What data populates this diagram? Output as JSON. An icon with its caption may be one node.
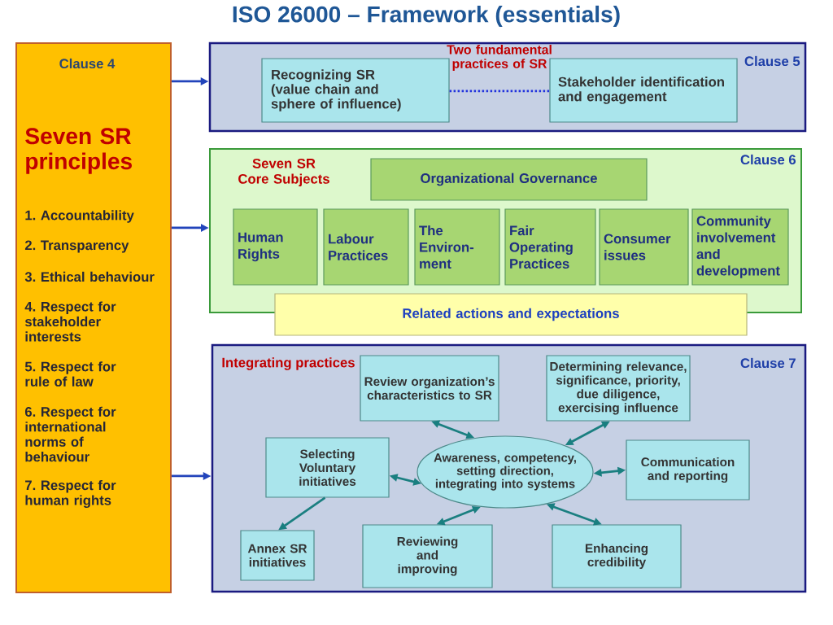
{
  "diagram": {
    "title": "ISO 26000 – Framework (essentials)",
    "nodes": [
      {
        "text": [
          "Clause 4",
          "Seven SR principles",
          "1. Accountability",
          "2. Transparency",
          "3. Ethical behaviour",
          "4. Respect for stakeholder interests",
          "5. Respect for rule of law",
          "6. Respect for international norms of behaviour",
          "7. Respect for human rights"
        ]
      },
      {
        "text": [
          "Two fundamental practices of SR",
          "Clause 5"
        ]
      },
      {
        "text": [
          "Recognizing SR (value chain and sphere of influence)"
        ],
        "in": 1
      },
      {
        "text": [
          "Stakeholder identification and engagement"
        ],
        "in": 1
      },
      {
        "text": [
          "Seven SR Core Subjects",
          "Clause 6"
        ]
      },
      {
        "text": [
          "Organizational Governance"
        ],
        "in": 4
      },
      {
        "text": [
          "Human Rights"
        ],
        "in": 4
      },
      {
        "text": [
          "Labour Practices"
        ],
        "in": 4
      },
      {
        "text": [
          "The Environ- ment"
        ],
        "in": 4
      },
      {
        "text": [
          "Fair Operating Practices"
        ],
        "in": 4
      },
      {
        "text": [
          "Consumer issues"
        ],
        "in": 4
      },
      {
        "text": [
          "Community involvement and development"
        ],
        "in": 4
      },
      {
        "text": [
          "Related actions and expectations"
        ]
      },
      {
        "text": [
          "Integrating practices",
          "Clause 7"
        ]
      },
      {
        "text": [
          "Review organization’s characteristics to SR"
        ],
        "in": 13
      },
      {
        "text": [
          "Determining relevance, significance, priority, due diligence, exercising influence"
        ],
        "in": 13
      },
      {
        "text": [
          "Selecting Voluntary initiatives"
        ],
        "in": 13
      },
      {
        "text": [
          "Awareness, competency, setting direction, integrating into systems"
        ],
        "in": 13
      },
      {
        "text": [
          "Communication and reporting"
        ],
        "in": 13
      },
      {
        "text": [
          "Annex SR initiatives"
        ],
        "in": 13
      },
      {
        "text": [
          "Reviewing and improving"
        ],
        "in": 13
      },
      {
        "text": [
          "Enhancing credibility"
        ],
        "in": 13
      }
    ],
    "edges": [
      {
        "from": 0,
        "to": 1,
        "arrow": "to",
        "color": "#2244bb"
      },
      {
        "from": 0,
        "to": 4,
        "arrow": "to",
        "color": "#2244bb"
      },
      {
        "from": 0,
        "to": 13,
        "arrow": "to",
        "color": "#2244bb"
      },
      {
        "from": 2,
        "to": 3,
        "arrow": "none",
        "style": "dashed",
        "color": "#2233dd"
      },
      {
        "from": 14,
        "to": 17,
        "arrow": "both"
      },
      {
        "from": 15,
        "to": 17,
        "arrow": "both"
      },
      {
        "from": 16,
        "to": 17,
        "arrow": "both"
      },
      {
        "from": 17,
        "to": 18,
        "arrow": "both"
      },
      {
        "from": 17,
        "to": 20,
        "arrow": "both"
      },
      {
        "from": 17,
        "to": 21,
        "arrow": "both"
      },
      {
        "from": 16,
        "to": 19,
        "arrow": "to"
      }
    ]
  }
}
